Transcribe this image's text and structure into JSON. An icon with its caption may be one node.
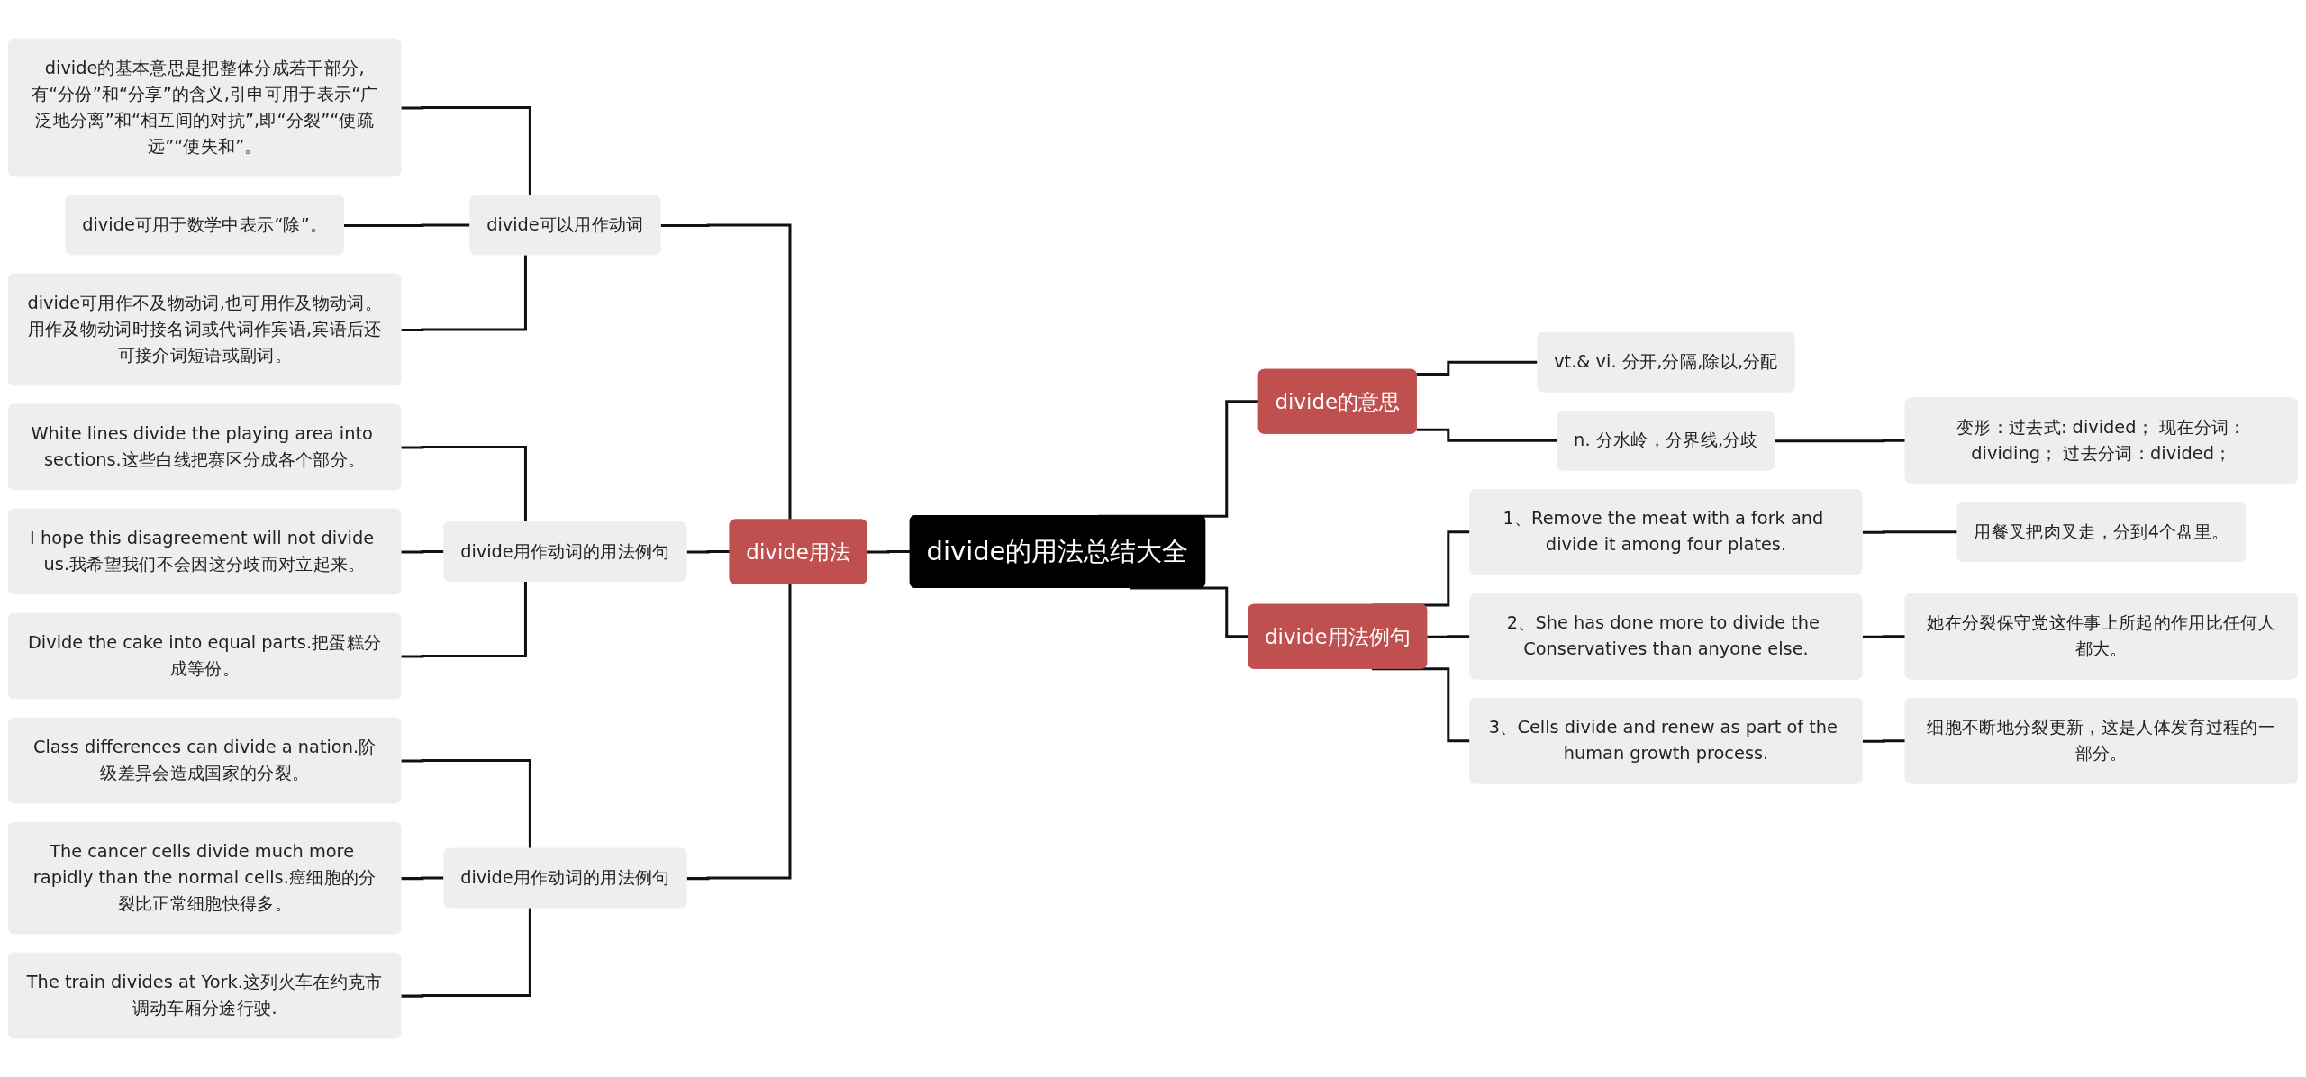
{
  "diagram": {
    "nodes": [
      {
        "text": [
          "divide的用法总结大全"
        ]
      },
      {
        "text": [
          "divide用法"
        ]
      },
      {
        "text": [
          "divide可以用作动词"
        ]
      },
      {
        "text": [
          "divide的基本意思是把整体分成若干部分,有“分份”和“分享”的含义,引申可用于表示“广泛地分离”和“相互间的对抗”,即“分裂”“使疏远”“使失和”。"
        ]
      },
      {
        "text": [
          "divide可用于数学中表示“除”。"
        ]
      },
      {
        "text": [
          "divide可用作不及物动词,也可用作及物动词。用作及物动词时接名词或代词作宾语,宾语后还可接介词短语或副词。"
        ]
      },
      {
        "text": [
          "divide用作动词的用法例句"
        ]
      },
      {
        "text": [
          "White lines divide the playing area into sections.这些白线把赛区分成各个部分。"
        ]
      },
      {
        "text": [
          "I hope this disagreement will not divide us.我希望我们不会因这分歧而对立起来。"
        ]
      },
      {
        "text": [
          "Divide the cake into equal parts.把蛋糕分成等份。"
        ]
      },
      {
        "text": [
          "divide用作动词的用法例句"
        ]
      },
      {
        "text": [
          "Class differences can divide a nation.阶级差异会造成国家的分裂。"
        ]
      },
      {
        "text": [
          "The cancer cells divide much more rapidly than the normal cells.癌细胞的分裂比正常细胞快得多。"
        ]
      },
      {
        "text": [
          "The train divides at York.这列火车在约克市调动车厢分途行驶."
        ]
      },
      {
        "text": [
          "divide的意思"
        ]
      },
      {
        "text": [
          "vt.& vi. 分开,分隔,除以,分配"
        ]
      },
      {
        "text": [
          "n. 分水岭，分界线,分歧"
        ]
      },
      {
        "text": [
          "变形：过去式: divided； 现在分词：dividing； 过去分词：divided；"
        ]
      },
      {
        "text": [
          "divide用法例句"
        ]
      },
      {
        "text": [
          "1、Remove the meat with a fork and divide it among four plates."
        ]
      },
      {
        "text": [
          "用餐叉把肉叉走，分到4个盘里。"
        ]
      },
      {
        "text": [
          "2、She has done more to divide the Conservatives than anyone else."
        ]
      },
      {
        "text": [
          "她在分裂保守党这件事上所起的作用比任何人都大。"
        ]
      },
      {
        "text": [
          "3、Cells divide and renew as part of the human growth process."
        ]
      },
      {
        "text": [
          "细胞不断地分裂更新，这是人体发育过程的一部分。"
        ]
      }
    ],
    "edges": [
      {
        "from": 1,
        "to": 0,
        "arrow": "none"
      },
      {
        "from": 2,
        "to": 1,
        "arrow": "none"
      },
      {
        "from": 3,
        "to": 2,
        "arrow": "none"
      },
      {
        "from": 4,
        "to": 2,
        "arrow": "none"
      },
      {
        "from": 5,
        "to": 2,
        "arrow": "none"
      },
      {
        "from": 6,
        "to": 1,
        "arrow": "none"
      },
      {
        "from": 7,
        "to": 6,
        "arrow": "none"
      },
      {
        "from": 8,
        "to": 6,
        "arrow": "none"
      },
      {
        "from": 9,
        "to": 6,
        "arrow": "none"
      },
      {
        "from": 10,
        "to": 1,
        "arrow": "none"
      },
      {
        "from": 11,
        "to": 10,
        "arrow": "none"
      },
      {
        "from": 12,
        "to": 10,
        "arrow": "none"
      },
      {
        "from": 13,
        "to": 10,
        "arrow": "none"
      },
      {
        "from": 0,
        "to": 14,
        "arrow": "none"
      },
      {
        "from": 14,
        "to": 15,
        "arrow": "none"
      },
      {
        "from": 14,
        "to": 16,
        "arrow": "none"
      },
      {
        "from": 16,
        "to": 17,
        "arrow": "none"
      },
      {
        "from": 0,
        "to": 18,
        "arrow": "none"
      },
      {
        "from": 18,
        "to": 19,
        "arrow": "none"
      },
      {
        "from": 19,
        "to": 20,
        "arrow": "none"
      },
      {
        "from": 18,
        "to": 21,
        "arrow": "none"
      },
      {
        "from": 21,
        "to": 22,
        "arrow": "none"
      },
      {
        "from": 18,
        "to": 23,
        "arrow": "none"
      },
      {
        "from": 23,
        "to": 24,
        "arrow": "none"
      }
    ]
  }
}
